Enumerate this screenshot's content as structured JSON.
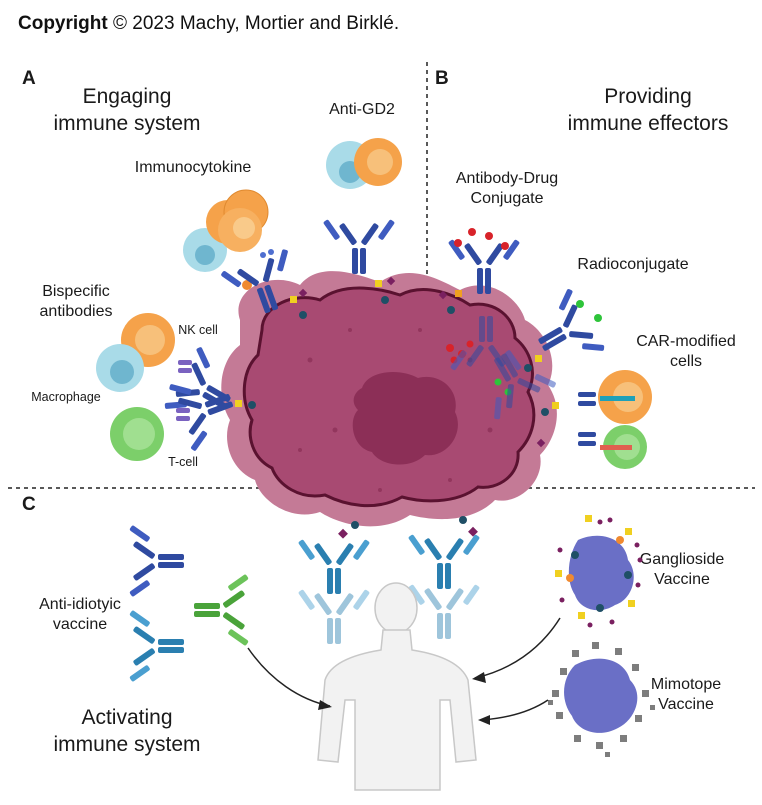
{
  "copyright": {
    "holder_label": "Copyright",
    "text": "© 2023 Machy, Mortier and Birklé."
  },
  "panels": {
    "a": "A",
    "b": "B",
    "c": "C"
  },
  "sections": {
    "engaging": [
      "Engaging",
      "immune system"
    ],
    "providing": [
      "Providing",
      "immune effectors"
    ],
    "activating": [
      "Activating",
      "immune system"
    ]
  },
  "labels": {
    "anti_gd2": "Anti-GD2",
    "immunocytokine": "Immunocytokine",
    "bispecific": [
      "Bispecific",
      "antibodies"
    ],
    "nk_cell": "NK cell",
    "macrophage": "Macrophage",
    "t_cell": "T-cell",
    "adc": [
      "Antibody-Drug",
      "Conjugate"
    ],
    "radioconjugate": "Radioconjugate",
    "car": [
      "CAR-modified",
      "cells"
    ],
    "anti_idiotypic": [
      "Anti-idiotyic",
      "vaccine"
    ],
    "ganglioside": [
      "Ganglioside",
      "Vaccine"
    ],
    "mimotope": [
      "Mimotope",
      "Vaccine"
    ]
  },
  "colors": {
    "tumor_outer": "#c47a96",
    "tumor_inner": "#a84a72",
    "nucleus": "#8c2f57",
    "antibody_blue": "#2f4aa0",
    "antibody_teal": "#2a7fb0",
    "antibody_green": "#4aa33a",
    "nk_orange": "#f5a24a",
    "macrophage_blue": "#8ec9dc",
    "tcell_green": "#7ccf6a",
    "vaccine_purple": "#6a6fc6"
  }
}
